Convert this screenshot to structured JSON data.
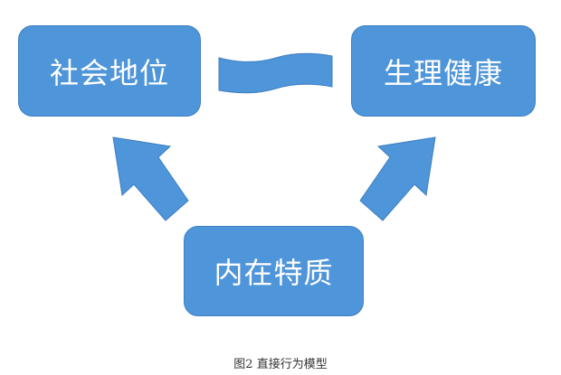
{
  "nodes": {
    "social_status": "社会地位",
    "physical_health": "生理健康",
    "inner_traits": "内在特质"
  },
  "caption": "图2  直接行为模型",
  "colors": {
    "fill": "#4f95d9",
    "border": "#3f7fc2"
  }
}
